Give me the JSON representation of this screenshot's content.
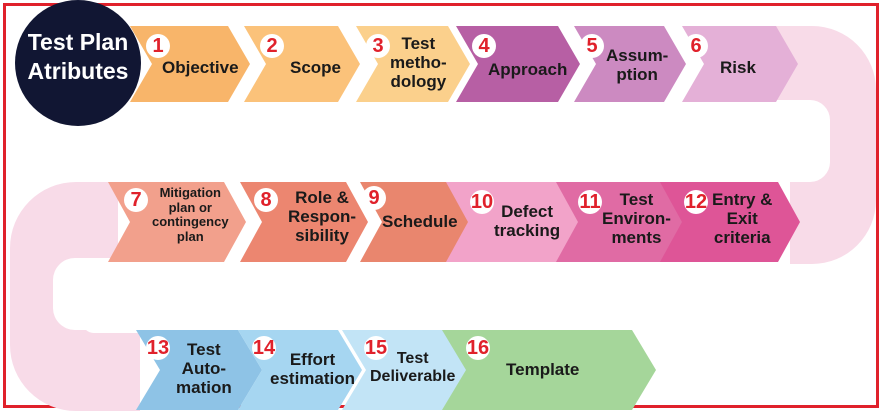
{
  "title": {
    "line1": "Test Plan",
    "line2": "Atributes"
  },
  "steps": [
    {
      "num": "1",
      "label": [
        "Objective"
      ]
    },
    {
      "num": "2",
      "label": [
        "Scope"
      ]
    },
    {
      "num": "3",
      "label": [
        "Test",
        "metho-",
        "dology"
      ]
    },
    {
      "num": "4",
      "label": [
        "Approach"
      ]
    },
    {
      "num": "5",
      "label": [
        "Assum-",
        "ption"
      ]
    },
    {
      "num": "6",
      "label": [
        "Risk"
      ]
    },
    {
      "num": "7",
      "label": [
        "Mitigation",
        "plan or",
        "contingency",
        "plan"
      ]
    },
    {
      "num": "8",
      "label": [
        "Role &",
        "Respon-",
        "sibility"
      ]
    },
    {
      "num": "9",
      "label": [
        "Schedule"
      ]
    },
    {
      "num": "10",
      "label": [
        "Defect",
        "tracking"
      ]
    },
    {
      "num": "11",
      "label": [
        "Test",
        "Environ-",
        "ments"
      ]
    },
    {
      "num": "12",
      "label": [
        "Entry &",
        "Exit",
        "criteria"
      ]
    },
    {
      "num": "13",
      "label": [
        "Test",
        "Auto-",
        "mation"
      ]
    },
    {
      "num": "14",
      "label": [
        "Effort",
        "estimation"
      ]
    },
    {
      "num": "15",
      "label": [
        "Test",
        "Deliverable"
      ]
    },
    {
      "num": "16",
      "label": [
        "Template"
      ]
    }
  ],
  "colors": {
    "frame": "#e0212b",
    "title_circle": "#111633",
    "row1": [
      "#f8b56a",
      "#fbc27a",
      "#fbd08c",
      "#b75fa4",
      "#cc8ac1",
      "#e4b0d7"
    ],
    "row2": [
      "#f2a08c",
      "#ec8670",
      "#e9866e",
      "#f2a3c9",
      "#e06ba4",
      "#de5597"
    ],
    "row3": [
      "#8ec3e6",
      "#a6d6f1",
      "#c2e4f6",
      "#a5d69a"
    ],
    "connector": "#f8dbe8"
  }
}
